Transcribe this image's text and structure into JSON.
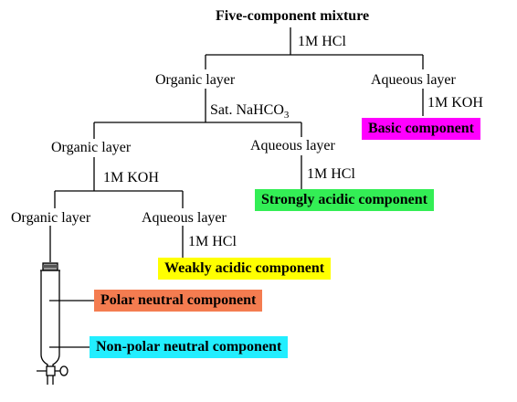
{
  "title": "Five-component mixture",
  "steps": {
    "hcl_1": "1M HCl",
    "nahco3_prefix": "Sat. NaHCO",
    "nahco3_sub": "3",
    "koh_1": "1M KOH",
    "koh_2": "1M KOH",
    "hcl_2": "1M HCl",
    "hcl_3": "1M HCl"
  },
  "layers": {
    "organic_1": "Organic layer",
    "aqueous_1": "Aqueous layer",
    "organic_2": "Organic layer",
    "aqueous_2": "Aqueous layer",
    "organic_3": "Organic layer",
    "aqueous_3": "Aqueous layer"
  },
  "components": {
    "basic": {
      "label": "Basic component",
      "color": "#ff00ff"
    },
    "strongly_acidic": {
      "label": "Strongly acidic component",
      "color": "#33ee55"
    },
    "weakly_acidic": {
      "label": "Weakly acidic component",
      "color": "#ffff00"
    },
    "polar_neutral": {
      "label": "Polar neutral component",
      "color": "#f47c50"
    },
    "nonpolar_neutral": {
      "label": "Non-polar neutral component",
      "color": "#22eeff"
    }
  }
}
